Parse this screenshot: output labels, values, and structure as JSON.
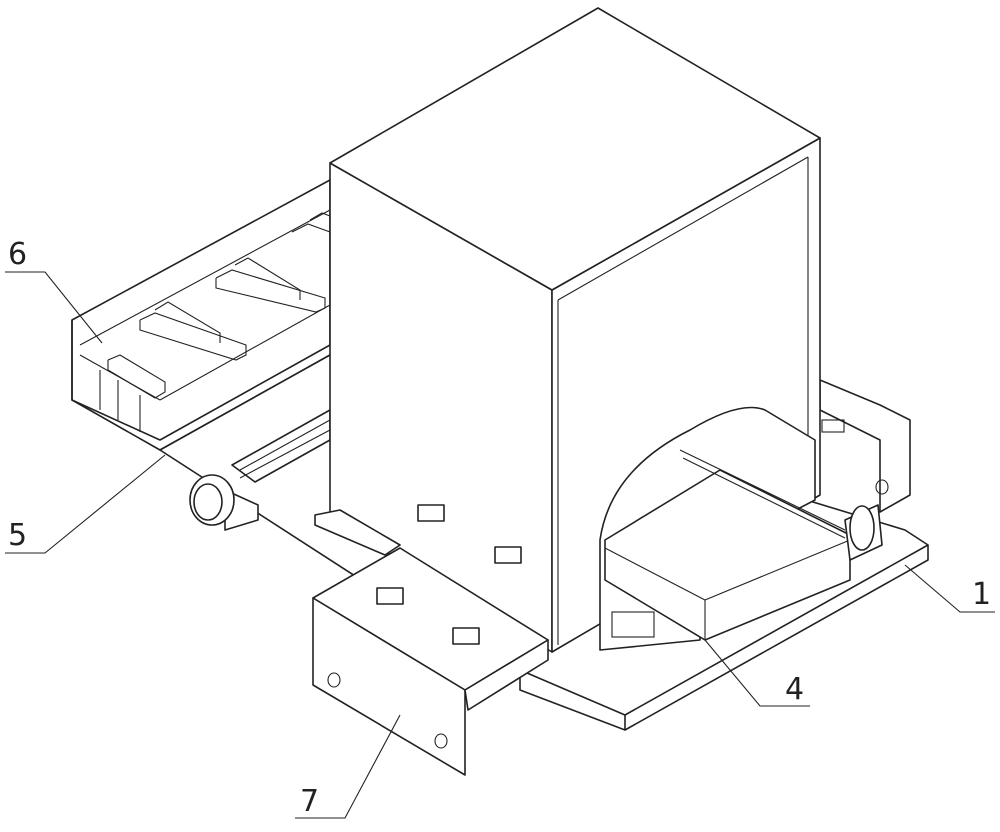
{
  "figure": {
    "callouts": [
      {
        "id": "6",
        "label": "6"
      },
      {
        "id": "5",
        "label": "5"
      },
      {
        "id": "1",
        "label": "1"
      },
      {
        "id": "4",
        "label": "4"
      },
      {
        "id": "7",
        "label": "7"
      }
    ]
  }
}
